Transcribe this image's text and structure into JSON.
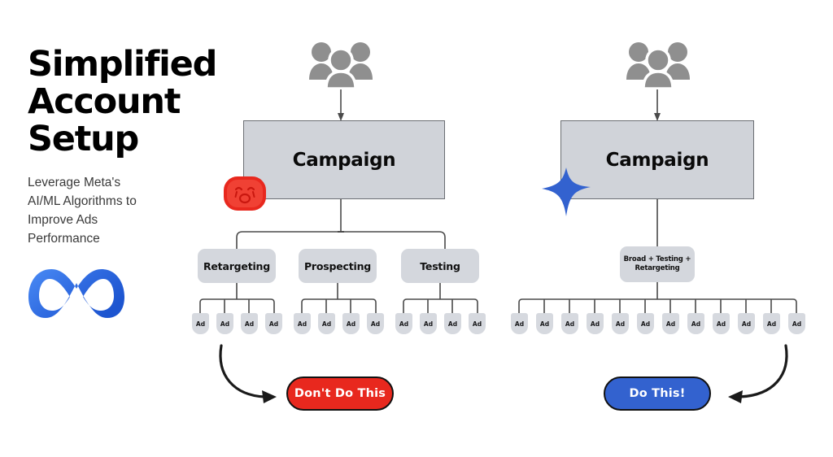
{
  "header": {
    "title": "Simplified\nAccount\nSetup",
    "subtitle": "Leverage Meta's\nAI/ML Algorithms to\nImprove Ads\nPerformance",
    "logo_name": "meta-infinity-logo"
  },
  "colors": {
    "brand_blue": "#3362cf",
    "logo_blue_light": "#4a85f0",
    "logo_blue_dark": "#1d5ad8",
    "alert_red": "#e8281e",
    "box_gray": "#d0d3d9",
    "box_border": "#6b6e73",
    "people_gray": "#8f8f8f",
    "connector": "#4a4a4a",
    "text_dark": "#0a0a0a",
    "subtitle_gray": "#3a3a3a"
  },
  "diagrams": [
    {
      "id": "bad-structure",
      "audience_icon": "people-group-icon",
      "campaign_label": "Campaign",
      "badge": {
        "name": "sad-face-badge",
        "type": "sad-face",
        "color": "#e8281e"
      },
      "ad_sets": [
        {
          "label": "Retargeting",
          "ads": [
            "Ad",
            "Ad",
            "Ad",
            "Ad"
          ]
        },
        {
          "label": "Prospecting",
          "ads": [
            "Ad",
            "Ad",
            "Ad",
            "Ad"
          ]
        },
        {
          "label": "Testing",
          "ads": [
            "Ad",
            "Ad",
            "Ad",
            "Ad"
          ]
        }
      ],
      "cta": {
        "label": "Don't Do This",
        "bg": "#e8281e",
        "arrow": "curved-arrow-right"
      }
    },
    {
      "id": "good-structure",
      "audience_icon": "people-group-icon",
      "campaign_label": "Campaign",
      "badge": {
        "name": "star-badge",
        "type": "star",
        "color": "#3362cf"
      },
      "ad_sets": [
        {
          "label": "Broad + Testing +\nRetargeting",
          "label_line1": "Broad + Testing +",
          "label_line2": "Retargeting",
          "ads": [
            "Ad",
            "Ad",
            "Ad",
            "Ad",
            "Ad",
            "Ad",
            "Ad",
            "Ad",
            "Ad",
            "Ad",
            "Ad",
            "Ad"
          ]
        }
      ],
      "cta": {
        "label": "Do This!",
        "bg": "#3362cf",
        "arrow": "curved-arrow-left"
      }
    }
  ]
}
